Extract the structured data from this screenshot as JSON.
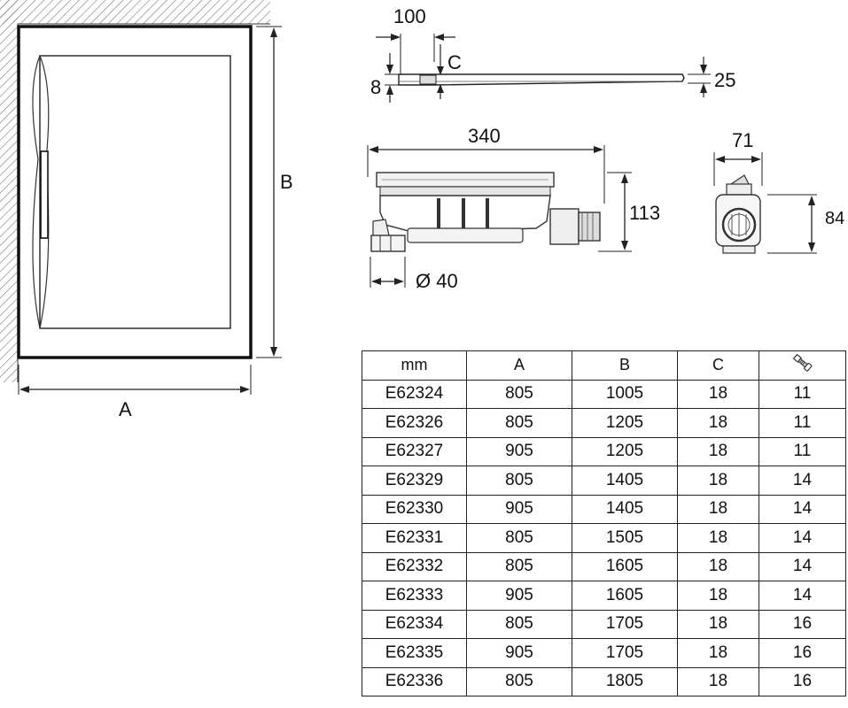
{
  "plan_view": {
    "label_a": "A",
    "label_b": "B"
  },
  "profile_view": {
    "dim_width": "100",
    "dim_thickness": "8",
    "label_c": "C",
    "dim_height": "25"
  },
  "drain_side": {
    "dim_length": "340",
    "dim_height": "113",
    "dim_outlet": "Ø 40"
  },
  "drain_front": {
    "dim_width": "71",
    "dim_height": "84"
  },
  "table": {
    "headers": [
      "mm",
      "A",
      "B",
      "C"
    ],
    "header_icon": "screw-fixing-icon",
    "rows": [
      [
        "E62324",
        "805",
        "1005",
        "18",
        "11"
      ],
      [
        "E62326",
        "805",
        "1205",
        "18",
        "11"
      ],
      [
        "E62327",
        "905",
        "1205",
        "18",
        "11"
      ],
      [
        "E62329",
        "805",
        "1405",
        "18",
        "14"
      ],
      [
        "E62330",
        "905",
        "1405",
        "18",
        "14"
      ],
      [
        "E62331",
        "805",
        "1505",
        "18",
        "14"
      ],
      [
        "E62332",
        "805",
        "1605",
        "18",
        "14"
      ],
      [
        "E62333",
        "905",
        "1605",
        "18",
        "14"
      ],
      [
        "E62334",
        "805",
        "1705",
        "18",
        "16"
      ],
      [
        "E62335",
        "905",
        "1705",
        "18",
        "16"
      ],
      [
        "E62336",
        "805",
        "1805",
        "18",
        "16"
      ]
    ]
  }
}
